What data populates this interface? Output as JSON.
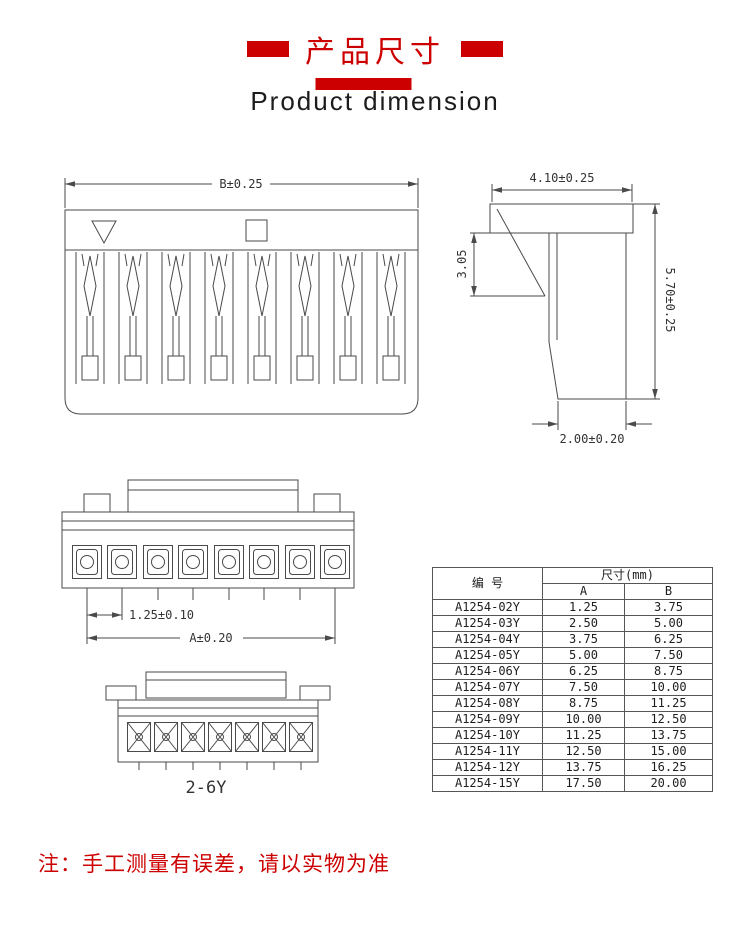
{
  "header": {
    "title_cn": "产品尺寸",
    "title_en": "Product dimension"
  },
  "drawings": {
    "front": {
      "dim_width": "B±0.25"
    },
    "side": {
      "dim_top": "4.10±0.25",
      "dim_left": "3.05",
      "dim_height": "5.70±0.25",
      "dim_foot": "2.00±0.20"
    },
    "pitch": {
      "dim_pitch": "1.25±0.10",
      "dim_width": "A±0.20"
    },
    "variant": {
      "label": "2-6Y"
    }
  },
  "table": {
    "header_part": "编  号",
    "header_size": "尺寸(mm)",
    "header_a": "A",
    "header_b": "B",
    "rows": [
      {
        "part": "A1254-02Y",
        "a": "1.25",
        "b": "3.75"
      },
      {
        "part": "A1254-03Y",
        "a": "2.50",
        "b": "5.00"
      },
      {
        "part": "A1254-04Y",
        "a": "3.75",
        "b": "6.25"
      },
      {
        "part": "A1254-05Y",
        "a": "5.00",
        "b": "7.50"
      },
      {
        "part": "A1254-06Y",
        "a": "6.25",
        "b": "8.75"
      },
      {
        "part": "A1254-07Y",
        "a": "7.50",
        "b": "10.00"
      },
      {
        "part": "A1254-08Y",
        "a": "8.75",
        "b": "11.25"
      },
      {
        "part": "A1254-09Y",
        "a": "10.00",
        "b": "12.50"
      },
      {
        "part": "A1254-10Y",
        "a": "11.25",
        "b": "13.75"
      },
      {
        "part": "A1254-11Y",
        "a": "12.50",
        "b": "15.00"
      },
      {
        "part": "A1254-12Y",
        "a": "13.75",
        "b": "16.25"
      },
      {
        "part": "A1254-15Y",
        "a": "17.50",
        "b": "20.00"
      }
    ]
  },
  "note": {
    "text": "注：手工测量有误差，请以实物为准"
  },
  "colors": {
    "accent": "#cc0000",
    "line": "#4a4a4a"
  }
}
